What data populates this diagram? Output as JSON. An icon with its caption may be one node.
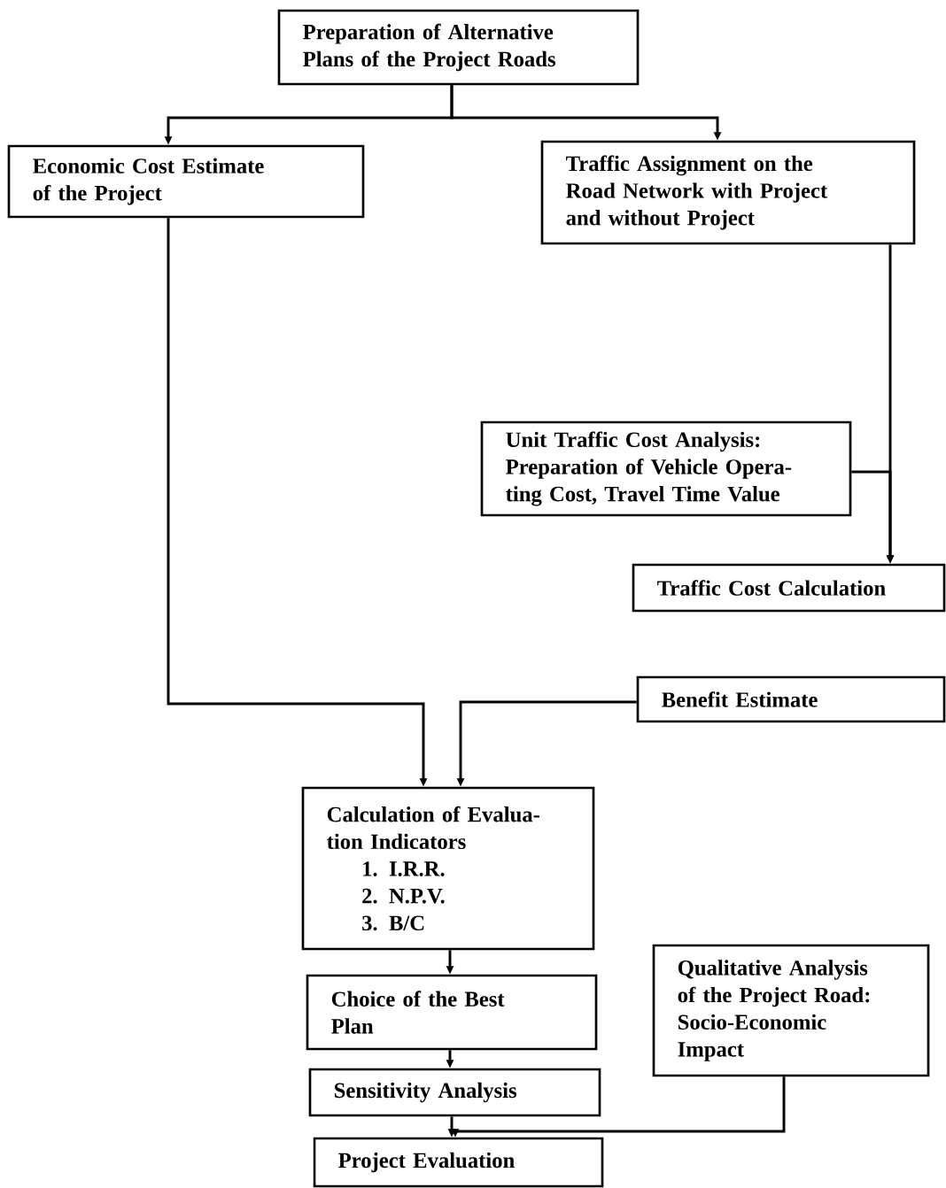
{
  "diagram": {
    "nodes": [
      {
        "text": [
          "Preparation of Alternative Plans of the Project Roads"
        ]
      },
      {
        "text": [
          "Economic Cost Estimate of the Project"
        ]
      },
      {
        "text": [
          "Traffic Assignment on the Road Network with Project and without Project"
        ]
      },
      {
        "text": [
          "Unit Traffic Cost Analysis: Preparation of Vehicle Opera- ting Cost, Travel Time Value"
        ]
      },
      {
        "text": [
          "Traffic Cost Calculation"
        ]
      },
      {
        "text": [
          "Benefit Estimate"
        ]
      },
      {
        "text": [
          "Calculation of Evalua- tion Indicators",
          "1. I.R.R.",
          "2. N.P.V.",
          "3. B/C"
        ]
      },
      {
        "text": [
          "Choice of the Best Plan"
        ]
      },
      {
        "text": [
          "Sensitivity Analysis"
        ]
      },
      {
        "text": [
          "Project Evaluation"
        ]
      },
      {
        "text": [
          "Qualitative Analysis of the Project Road: Socio-Economic Impact"
        ]
      }
    ],
    "edges": [
      {
        "from": 0,
        "to": 1,
        "arrow": "to"
      },
      {
        "from": 0,
        "to": 2,
        "arrow": "to"
      },
      {
        "from": 2,
        "to": 4,
        "arrow": "to"
      },
      {
        "from": 3,
        "to": 4,
        "arrow": "to"
      },
      {
        "from": 1,
        "to": 6,
        "arrow": "to"
      },
      {
        "from": 5,
        "to": 6,
        "arrow": "to"
      },
      {
        "from": 6,
        "to": 7,
        "arrow": "to"
      },
      {
        "from": 7,
        "to": 8,
        "arrow": "to"
      },
      {
        "from": 8,
        "to": 9,
        "arrow": "to"
      },
      {
        "from": 10,
        "to": 9,
        "arrow": "to"
      }
    ]
  }
}
